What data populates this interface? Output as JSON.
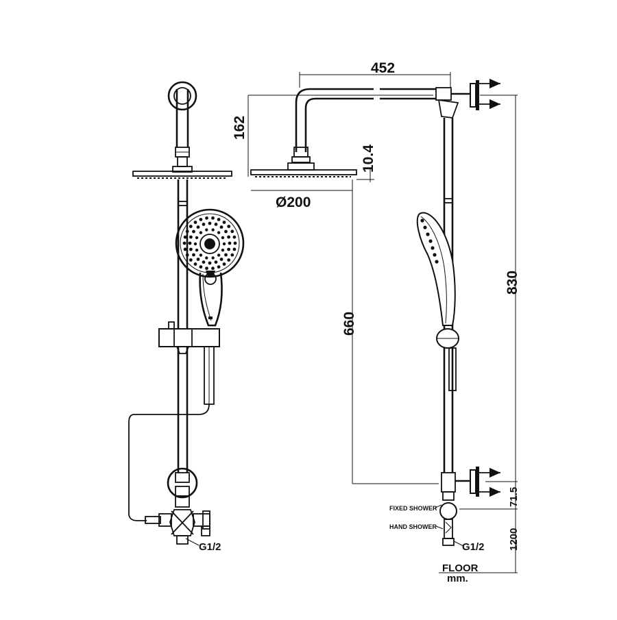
{
  "dimensions": {
    "arm_length": "452",
    "head_height": "162",
    "head_thickness": "10.4",
    "head_diameter": "Ø200",
    "hand_height": "660",
    "rail_height": "830",
    "outlet_offset": "71.5",
    "floor_height": "1200"
  },
  "labels": {
    "fixed_shower": "FIXED SHOWER",
    "hand_shower": "HAND SHOWER",
    "inlet_front": "G1/2",
    "inlet_side": "G1/2",
    "floor": "FLOOR",
    "unit": "mm."
  }
}
